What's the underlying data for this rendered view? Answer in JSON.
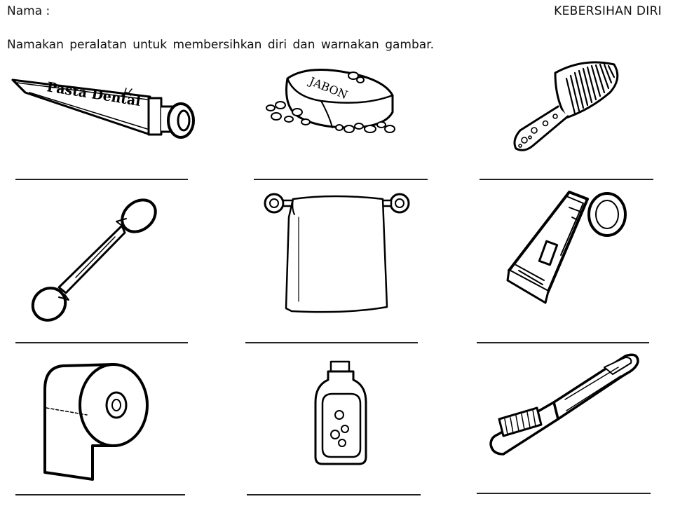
{
  "header": {
    "name_label": "Nama  :",
    "title": "KEBERSIHAN DIRI"
  },
  "instruction": "Namakan peralatan untuk membersihkan diri dan warnakan gambar.",
  "items": [
    {
      "id": "toothpaste",
      "icon": "toothpaste-icon",
      "printed_text": "Pasta Dental"
    },
    {
      "id": "soap",
      "icon": "soap-icon",
      "printed_text": "JABON"
    },
    {
      "id": "comb",
      "icon": "comb-icon"
    },
    {
      "id": "cotton-bud",
      "icon": "cotton-bud-icon"
    },
    {
      "id": "towel",
      "icon": "towel-icon"
    },
    {
      "id": "nail-clipper",
      "icon": "nail-clipper-icon"
    },
    {
      "id": "toilet-paper",
      "icon": "toilet-paper-icon"
    },
    {
      "id": "shampoo-bottle",
      "icon": "shampoo-bottle-icon"
    },
    {
      "id": "toothbrush",
      "icon": "toothbrush-icon"
    }
  ]
}
